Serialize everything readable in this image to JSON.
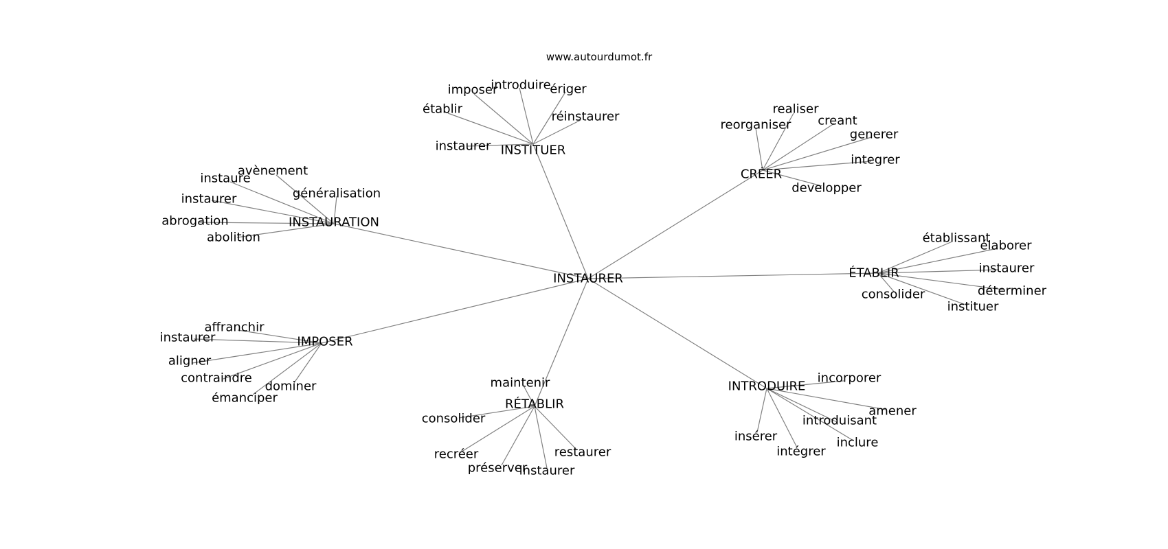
{
  "source": "www.autourdumot.fr",
  "graph": {
    "center": "INSTAURER",
    "clusters": [
      {
        "hub": "INSTITUER",
        "leaves": [
          "imposer",
          "introduire",
          "ériger",
          "établir",
          "réinstaurer",
          "instaurer"
        ]
      },
      {
        "hub": "CRÉER",
        "leaves": [
          "realiser",
          "reorganiser",
          "creant",
          "generer",
          "integrer",
          "developper"
        ]
      },
      {
        "hub": "INSTAURATION",
        "leaves": [
          "avènement",
          "instaure",
          "généralisation",
          "instaurer",
          "abrogation",
          "abolition"
        ]
      },
      {
        "hub": "ÉTABLIR",
        "leaves": [
          "établissant",
          "élaborer",
          "instaurer",
          "déterminer",
          "consolider",
          "instituer"
        ]
      },
      {
        "hub": "IMPOSER",
        "leaves": [
          "affranchir",
          "instaurer",
          "aligner",
          "contraindre",
          "dominer",
          "émanciper"
        ]
      },
      {
        "hub": "RÉTABLIR",
        "leaves": [
          "maintenir",
          "consolider",
          "recréer",
          "préserver",
          "instaurer",
          "restaurer"
        ]
      },
      {
        "hub": "INTRODUIRE",
        "leaves": [
          "incorporer",
          "amener",
          "introduisant",
          "inclure",
          "intégrer",
          "insérer"
        ]
      }
    ]
  }
}
